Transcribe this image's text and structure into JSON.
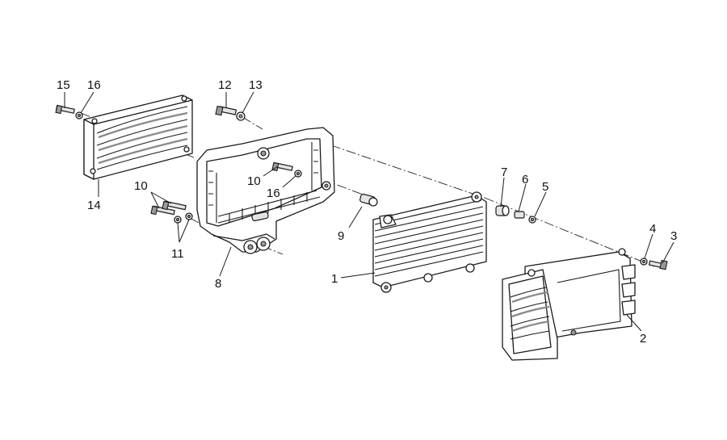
{
  "callouts": {
    "c1": "1",
    "c2": "2",
    "c3": "3",
    "c4": "4",
    "c5": "5",
    "c6": "6",
    "c7": "7",
    "c8": "8",
    "c9": "9",
    "c10a": "10",
    "c10b": "10",
    "c11": "11",
    "c12": "12",
    "c13": "13",
    "c14": "14",
    "c15": "15",
    "c16a": "16",
    "c16b": "16"
  }
}
